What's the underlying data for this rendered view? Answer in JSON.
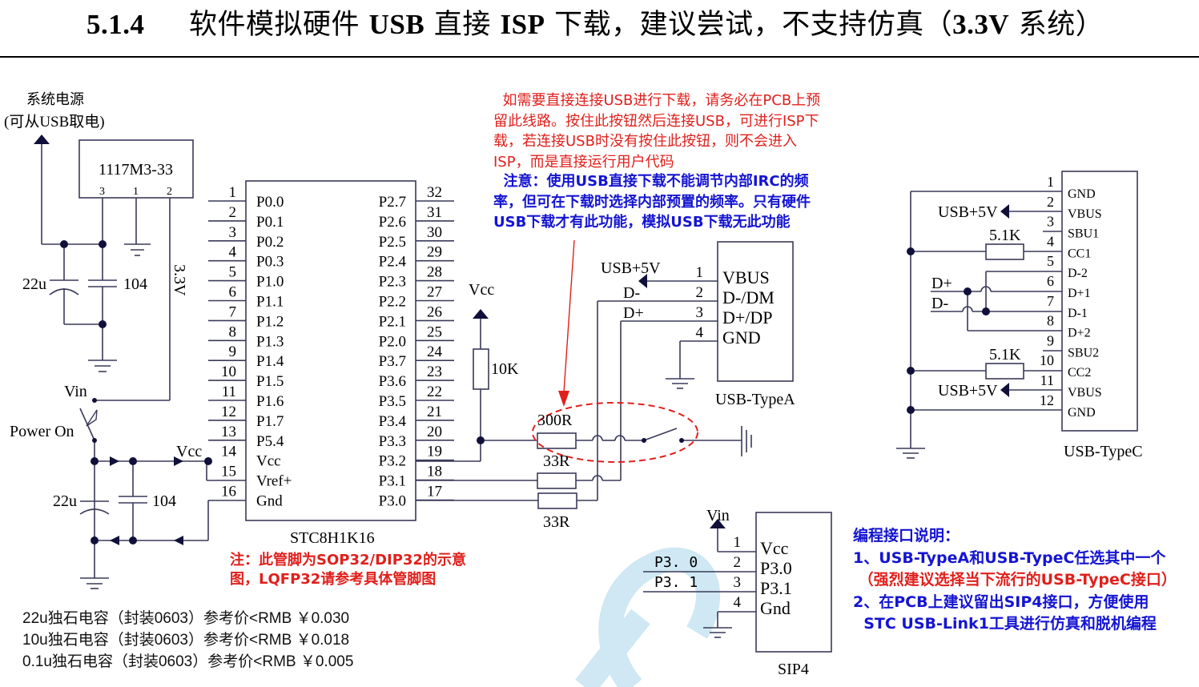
{
  "header": {
    "section_number": "5.1.4",
    "title_parts": [
      {
        "text": "软件模拟硬件 ",
        "style": "cn"
      },
      {
        "text": "USB",
        "style": "latin"
      },
      {
        "text": " 直接 ",
        "style": "cn"
      },
      {
        "text": "ISP",
        "style": "latin"
      },
      {
        "text": " 下载，建议尝试，不支持仿真（",
        "style": "cn"
      },
      {
        "text": "3.3V",
        "style": "latin"
      },
      {
        "text": " 系统）",
        "style": "cn"
      }
    ]
  },
  "power": {
    "system_power_label": "系统电源",
    "system_power_sub": "(可从USB取电)",
    "regulator": {
      "name": "1117M3-33",
      "pins": [
        "3",
        "1",
        "2"
      ]
    },
    "rail_label": "3.3V",
    "cap1": "22u",
    "cap2": "104",
    "vin_label": "Vin",
    "switch_label": "Power On",
    "vcc_label": "Vcc",
    "cap3": "22u",
    "cap4": "104"
  },
  "mcu": {
    "name": "STC8H1K16",
    "left_pins": [
      {
        "num": "1",
        "name": "P0.0"
      },
      {
        "num": "2",
        "name": "P0.1"
      },
      {
        "num": "3",
        "name": "P0.2"
      },
      {
        "num": "4",
        "name": "P0.3"
      },
      {
        "num": "5",
        "name": "P1.0"
      },
      {
        "num": "6",
        "name": "P1.1"
      },
      {
        "num": "7",
        "name": "P1.2"
      },
      {
        "num": "8",
        "name": "P1.3"
      },
      {
        "num": "9",
        "name": "P1.4"
      },
      {
        "num": "10",
        "name": "P1.5"
      },
      {
        "num": "11",
        "name": "P1.6"
      },
      {
        "num": "12",
        "name": "P1.7"
      },
      {
        "num": "13",
        "name": "P5.4"
      },
      {
        "num": "14",
        "name": "Vcc"
      },
      {
        "num": "15",
        "name": "Vref+"
      },
      {
        "num": "16",
        "name": "Gnd"
      }
    ],
    "right_pins": [
      {
        "num": "32",
        "name": "P2.7"
      },
      {
        "num": "31",
        "name": "P2.6"
      },
      {
        "num": "30",
        "name": "P2.5"
      },
      {
        "num": "29",
        "name": "P2.4"
      },
      {
        "num": "28",
        "name": "P2.3"
      },
      {
        "num": "27",
        "name": "P2.2"
      },
      {
        "num": "26",
        "name": "P2.1"
      },
      {
        "num": "25",
        "name": "P2.0"
      },
      {
        "num": "24",
        "name": "P3.7"
      },
      {
        "num": "23",
        "name": "P3.6"
      },
      {
        "num": "22",
        "name": "P3.5"
      },
      {
        "num": "21",
        "name": "P3.4"
      },
      {
        "num": "20",
        "name": "P3.3"
      },
      {
        "num": "19",
        "name": "P3.2"
      },
      {
        "num": "18",
        "name": "P3.1"
      },
      {
        "num": "17",
        "name": "P3.0"
      }
    ],
    "pin_note_line1": "注：此管脚为SOP32/DIP32的示意",
    "pin_note_line2": "图，LQFP32请参考具体管脚图"
  },
  "usb_circuit": {
    "vcc_label": "Vcc",
    "pullup": "10K",
    "r_key": "300R",
    "r_dp": "33R",
    "r_dm": "33R",
    "usb5v_label": "USB+5V",
    "dm_label": "D-",
    "dp_label": "D+"
  },
  "usb_typea": {
    "name": "USB-TypeA",
    "pins": [
      {
        "num": "1",
        "name": "VBUS"
      },
      {
        "num": "2",
        "name": "D-/DM"
      },
      {
        "num": "3",
        "name": "D+/DP"
      },
      {
        "num": "4",
        "name": "GND"
      }
    ]
  },
  "usb_typec": {
    "name": "USB-TypeC",
    "pins": [
      {
        "num": "1",
        "name": "GND"
      },
      {
        "num": "2",
        "name": "VBUS"
      },
      {
        "num": "3",
        "name": "SBU1"
      },
      {
        "num": "4",
        "name": "CC1"
      },
      {
        "num": "5",
        "name": "D-2"
      },
      {
        "num": "6",
        "name": "D+1"
      },
      {
        "num": "7",
        "name": "D-1"
      },
      {
        "num": "8",
        "name": "D+2"
      },
      {
        "num": "9",
        "name": "SBU2"
      },
      {
        "num": "10",
        "name": "CC2"
      },
      {
        "num": "11",
        "name": "VBUS"
      },
      {
        "num": "12",
        "name": "GND"
      }
    ],
    "usb5v_label": "USB+5V",
    "cc_resistor": "5.1K",
    "dp_label": "D+",
    "dm_label": "D-"
  },
  "sip4": {
    "name": "SIP4",
    "vin_label": "Vin",
    "pins": [
      {
        "num": "1",
        "name": "Vcc"
      },
      {
        "num": "2",
        "name": "P3.0"
      },
      {
        "num": "3",
        "name": "P3.1"
      },
      {
        "num": "4",
        "name": "Gnd"
      }
    ],
    "net_labels": [
      "P3. 0",
      "P3. 1"
    ]
  },
  "notes": {
    "red_note": [
      "  如需要直接连接USB进行下载，请务必在PCB上预",
      "留此线路。按住此按钮然后连接USB，可进行ISP下",
      "载，若连接USB时没有按住此按钮，则不会进入",
      "ISP，而是直接运行用户代码"
    ],
    "blue_note": [
      "  注意：使用USB直接下载不能调节内部IRC的频",
      "率，但可在下载时选择内部预置的频率。只有硬件",
      "USB下载才有此功能，模拟USB下载无此功能"
    ],
    "prog_title": "编程接口说明：",
    "prog_item1": "1、USB-TypeA和USB-TypeC任选其中一个",
    "prog_item1_sub": " （强烈建议选择当下流行的USB-TypeC接口）",
    "prog_item2": "2、在PCB上建议留出SIP4接口，方便使用",
    "prog_item2_sub": "  STC USB-Link1工具进行仿真和脱机编程"
  },
  "prices": [
    "22u独石电容（封装0603）参考价<RMB ￥0.030",
    "10u独石电容（封装0603）参考价<RMB ￥0.018",
    "0.1u独石电容（封装0603）参考价<RMB ￥0.005"
  ],
  "colors": {
    "wire": "#3a3a5a",
    "junction": "#10103a",
    "note_red": "#e0201c",
    "note_blue": "#1414d2",
    "watermark": "#cfe8f3"
  }
}
